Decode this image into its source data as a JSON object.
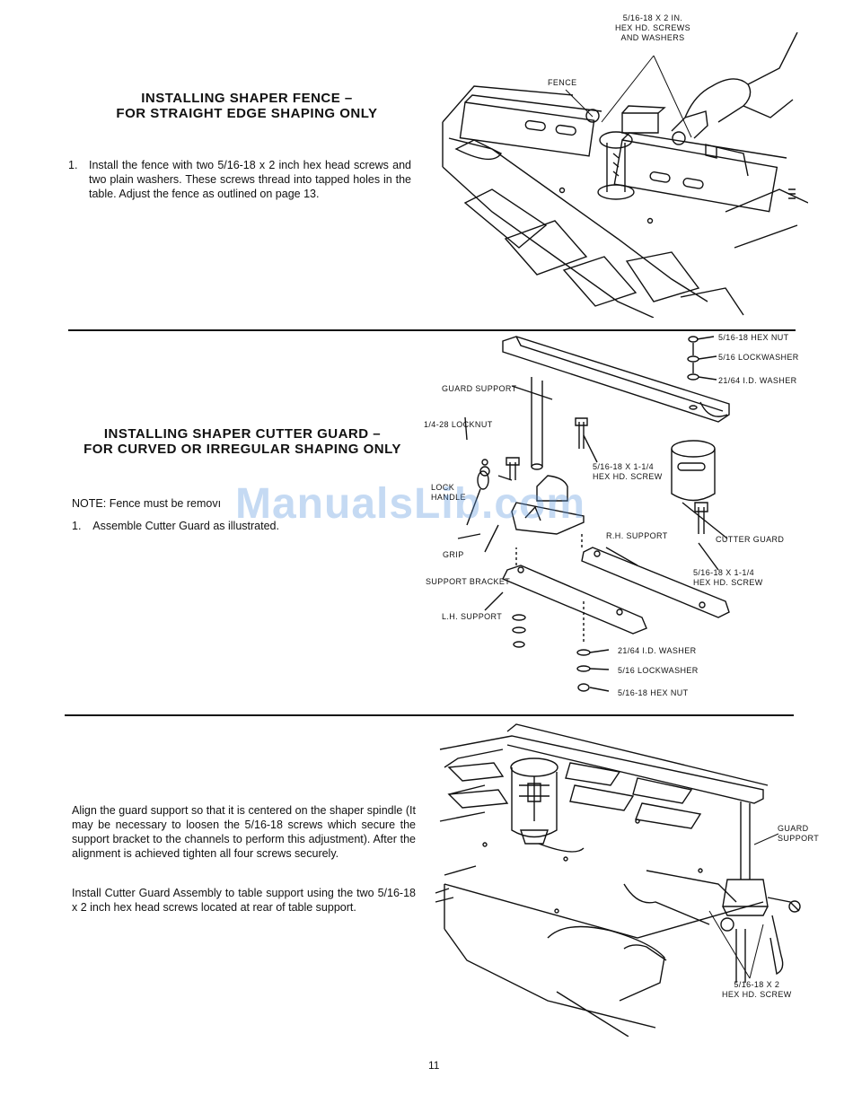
{
  "section1": {
    "title_line1": "INSTALLING SHAPER FENCE –",
    "title_line2": "FOR STRAIGHT EDGE SHAPING ONLY",
    "step_number": "1.",
    "step_text": "Install the fence with two 5/16-18 x 2 inch hex head screws and two plain washers. These screws thread into tapped holes in the table. Adjust the fence as outlined on page 13.",
    "labels": {
      "screws_line1": "5/16-18 X 2 IN.",
      "screws_line2": "HEX HD. SCREWS",
      "screws_line3": "AND WASHERS",
      "fence": "FENCE"
    }
  },
  "section2": {
    "title_line1": "INSTALLING SHAPER CUTTER GUARD –",
    "title_line2": "FOR CURVED OR IRREGULAR SHAPING ONLY",
    "note_label": "NOTE:",
    "note_text": "Fence must be removı",
    "step_number": "1.",
    "step_text": "Assemble Cutter Guard as illustrated.",
    "labels": {
      "hex_nut_top": "5/16-18 HEX NUT",
      "lockwasher_top": "5/16 LOCKWASHER",
      "washer_top": "21/64 I.D. WASHER",
      "guard_support": "GUARD SUPPORT",
      "locknut": "1/4-28 LOCKNUT",
      "screw_upper_line1": "5/16-18 X 1-1/4",
      "screw_upper_line2": "HEX HD. SCREW",
      "lock_handle_line1": "LOCK",
      "lock_handle_line2": "HANDLE",
      "grip": "GRIP",
      "rh_support": "R.H. SUPPORT",
      "cutter_guard": "CUTTER GUARD",
      "screw_lower_line1": "5/16-18 X 1-1/4",
      "screw_lower_line2": "HEX HD. SCREW",
      "support_bracket": "SUPPORT BRACKET",
      "lh_support": "L.H. SUPPORT",
      "washer_bottom": "21/64 I.D. WASHER",
      "lockwasher_bottom": "5/16 LOCKWASHER",
      "hex_nut_bottom": "5/16-18 HEX NUT"
    }
  },
  "section3": {
    "para1": "Align the guard support so that it is centered on the shaper spindle (It may be necessary to loosen the 5/16-18 screws which secure the support bracket to the channels to perform this adjustment). After the alignment is achieved tighten all four screws securely.",
    "para2": "Install Cutter Guard Assembly to table support using the two 5/16-18 x 2 inch hex head screws located at rear of table support.",
    "labels": {
      "guard_support_line1": "GUARD",
      "guard_support_line2": "SUPPORT",
      "screw_line1": "5/16-18 X 2",
      "screw_line2": "HEX HD. SCREW"
    }
  },
  "watermark": "ManualsLib.com",
  "page_number": "11",
  "colors": {
    "ink": "#111111",
    "watermark": "#5a96dc"
  }
}
